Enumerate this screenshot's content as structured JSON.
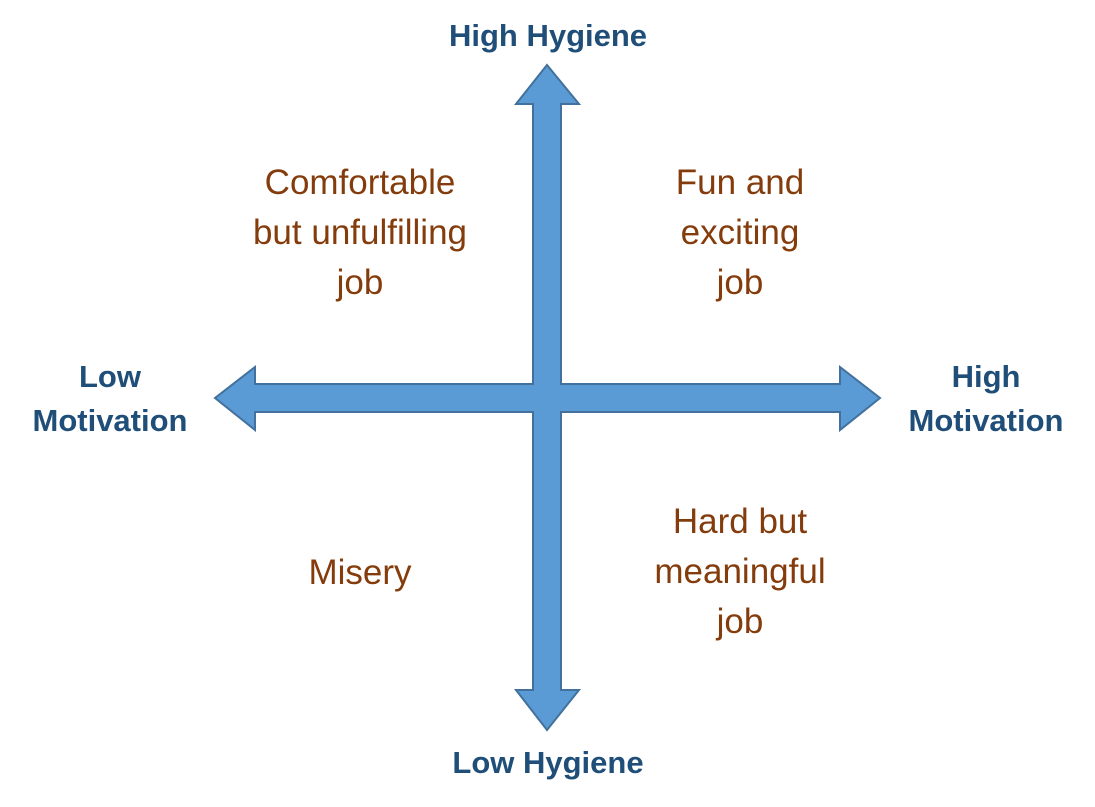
{
  "axes": {
    "top": {
      "lines": [
        "High Hygiene"
      ]
    },
    "bottom": {
      "lines": [
        "Low Hygiene"
      ]
    },
    "left": {
      "lines": [
        "Low",
        "Motivation"
      ]
    },
    "right": {
      "lines": [
        "High",
        "Motivation"
      ]
    }
  },
  "quadrants": {
    "top_left": {
      "lines": [
        "Comfortable",
        "but unfulfilling",
        "job"
      ]
    },
    "top_right": {
      "lines": [
        "Fun and",
        "exciting",
        "job"
      ]
    },
    "bottom_left": {
      "lines": [
        "Misery"
      ]
    },
    "bottom_right": {
      "lines": [
        "Hard but",
        "meaningful",
        "job"
      ]
    }
  },
  "colors": {
    "arrow_fill": "#5b9bd5",
    "arrow_stroke": "#41719c",
    "axis_text": "#1f4e79",
    "quadrant_text": "#843c0c"
  }
}
